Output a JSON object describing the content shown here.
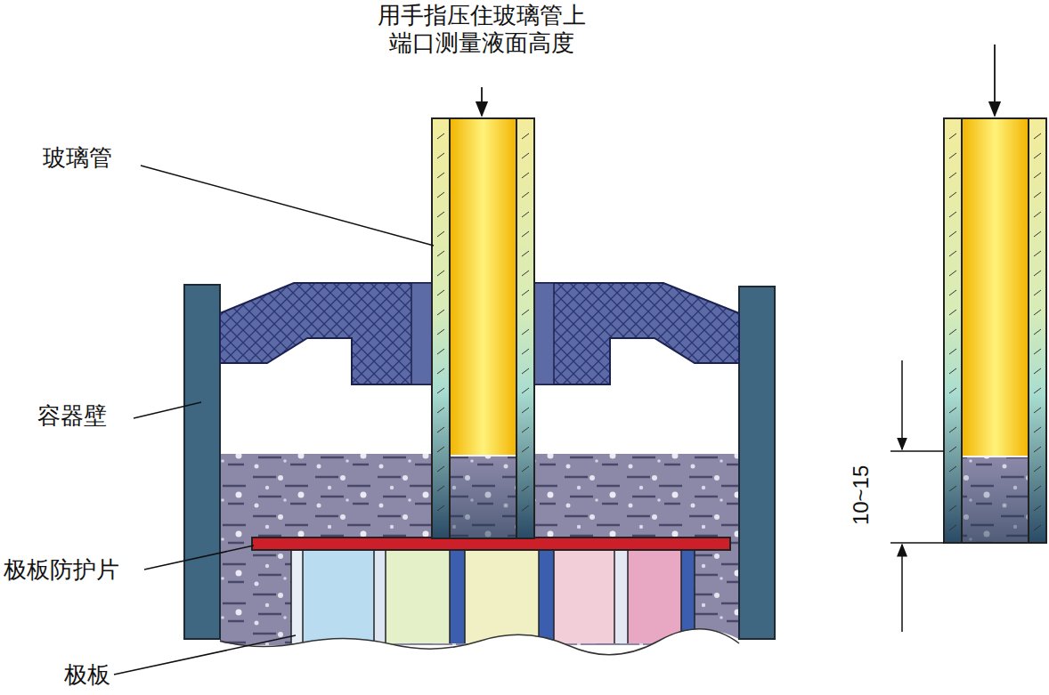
{
  "diagram": {
    "labels": [
      "用手指压住玻璃管上 端口测量液面高度",
      "玻璃管",
      "容器壁",
      "极板防护片",
      "极板",
      "10~15"
    ]
  }
}
